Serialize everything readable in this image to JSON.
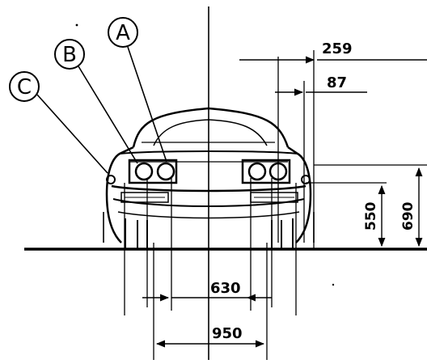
{
  "callouts": {
    "a": "A",
    "b": "B",
    "c": "C"
  },
  "dimensions": {
    "overhang_259": "259",
    "overhang_87": "87",
    "light_spacing_630": "630",
    "light_spacing_950": "950",
    "height_550": "550",
    "height_690": "690"
  }
}
